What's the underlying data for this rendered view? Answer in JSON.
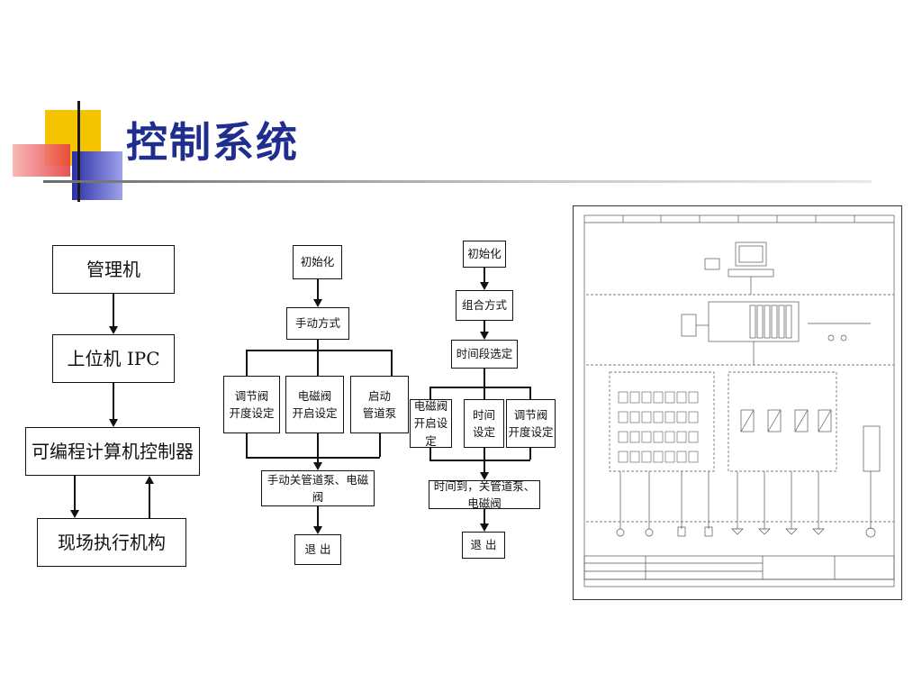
{
  "title": "控制系统",
  "flow1": {
    "n1": "管理机",
    "n2": "上位机 IPC",
    "n3": "可编程计算机控制器",
    "n4": "现场执行机构"
  },
  "flow2": {
    "start": "初始化",
    "mode": "手动方式",
    "b1a": "调节阀",
    "b1b": "开度设定",
    "b2a": "电磁阀",
    "b2b": "开启设定",
    "b3a": "启动",
    "b3b": "管道泵",
    "close": "手动关管道泵、电磁阀",
    "exit": "退 出"
  },
  "flow3": {
    "start": "初始化",
    "mode": "组合方式",
    "period": "时间段选定",
    "b1a": "电磁阀",
    "b1b": "开启设定",
    "b2a": "时间",
    "b2b": "设定",
    "b3a": "调节阀",
    "b3b": "开度设定",
    "close": "时间到，关管道泵、电磁阀",
    "exit": "退 出"
  },
  "colors": {
    "title": "#1f2d8f",
    "deco_yellow": "#f5c400",
    "deco_blue": "#2b2fa8",
    "deco_red": "#e64040"
  }
}
